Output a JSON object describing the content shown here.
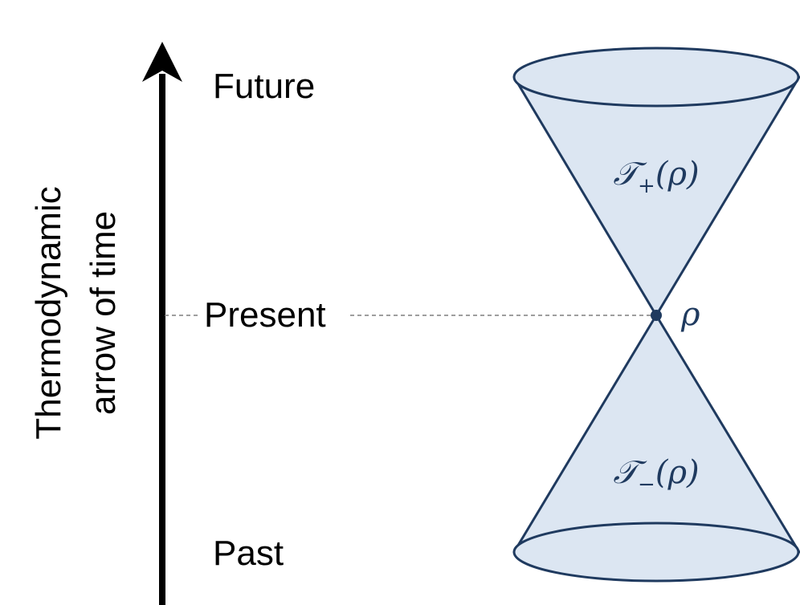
{
  "axis": {
    "title_line1": "Thermodynamic",
    "title_line2": "arrow of time"
  },
  "time_labels": {
    "future": "Future",
    "present": "Present",
    "past": "Past"
  },
  "cones": {
    "upper": {
      "symbol": "𝒯",
      "subscript": "+",
      "argument": "(ρ)"
    },
    "lower": {
      "symbol": "𝒯",
      "subscript": "−",
      "argument": "(ρ)"
    }
  },
  "state": {
    "label": "ρ"
  },
  "colors": {
    "cone_fill": "#dce6f2",
    "cone_stroke": "#1f3a5f",
    "arrow": "#000000",
    "guide_line": "#7f7f7f",
    "math_text": "#1f3a5f"
  }
}
